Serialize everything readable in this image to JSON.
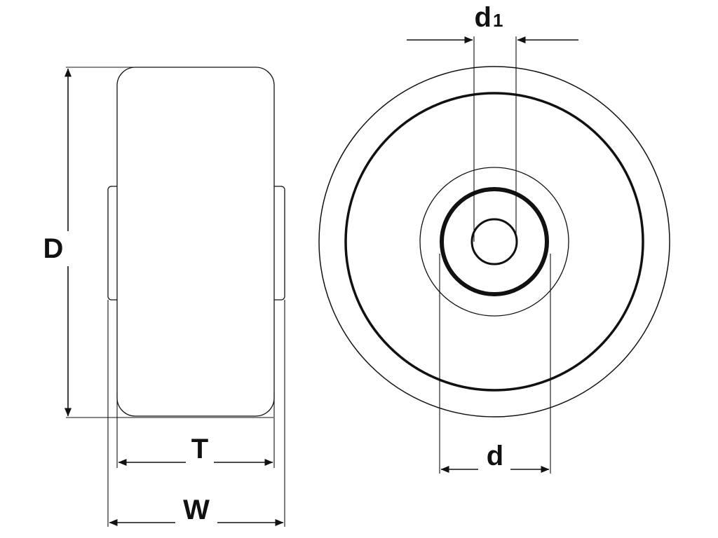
{
  "labels": {
    "diameter": "D",
    "tread_width": "T",
    "overall_width": "W",
    "hub_diameter": "d",
    "bore_diameter_main": "d",
    "bore_diameter_sub": "1"
  },
  "colors": {
    "stroke": "#111111",
    "background": "#ffffff"
  }
}
